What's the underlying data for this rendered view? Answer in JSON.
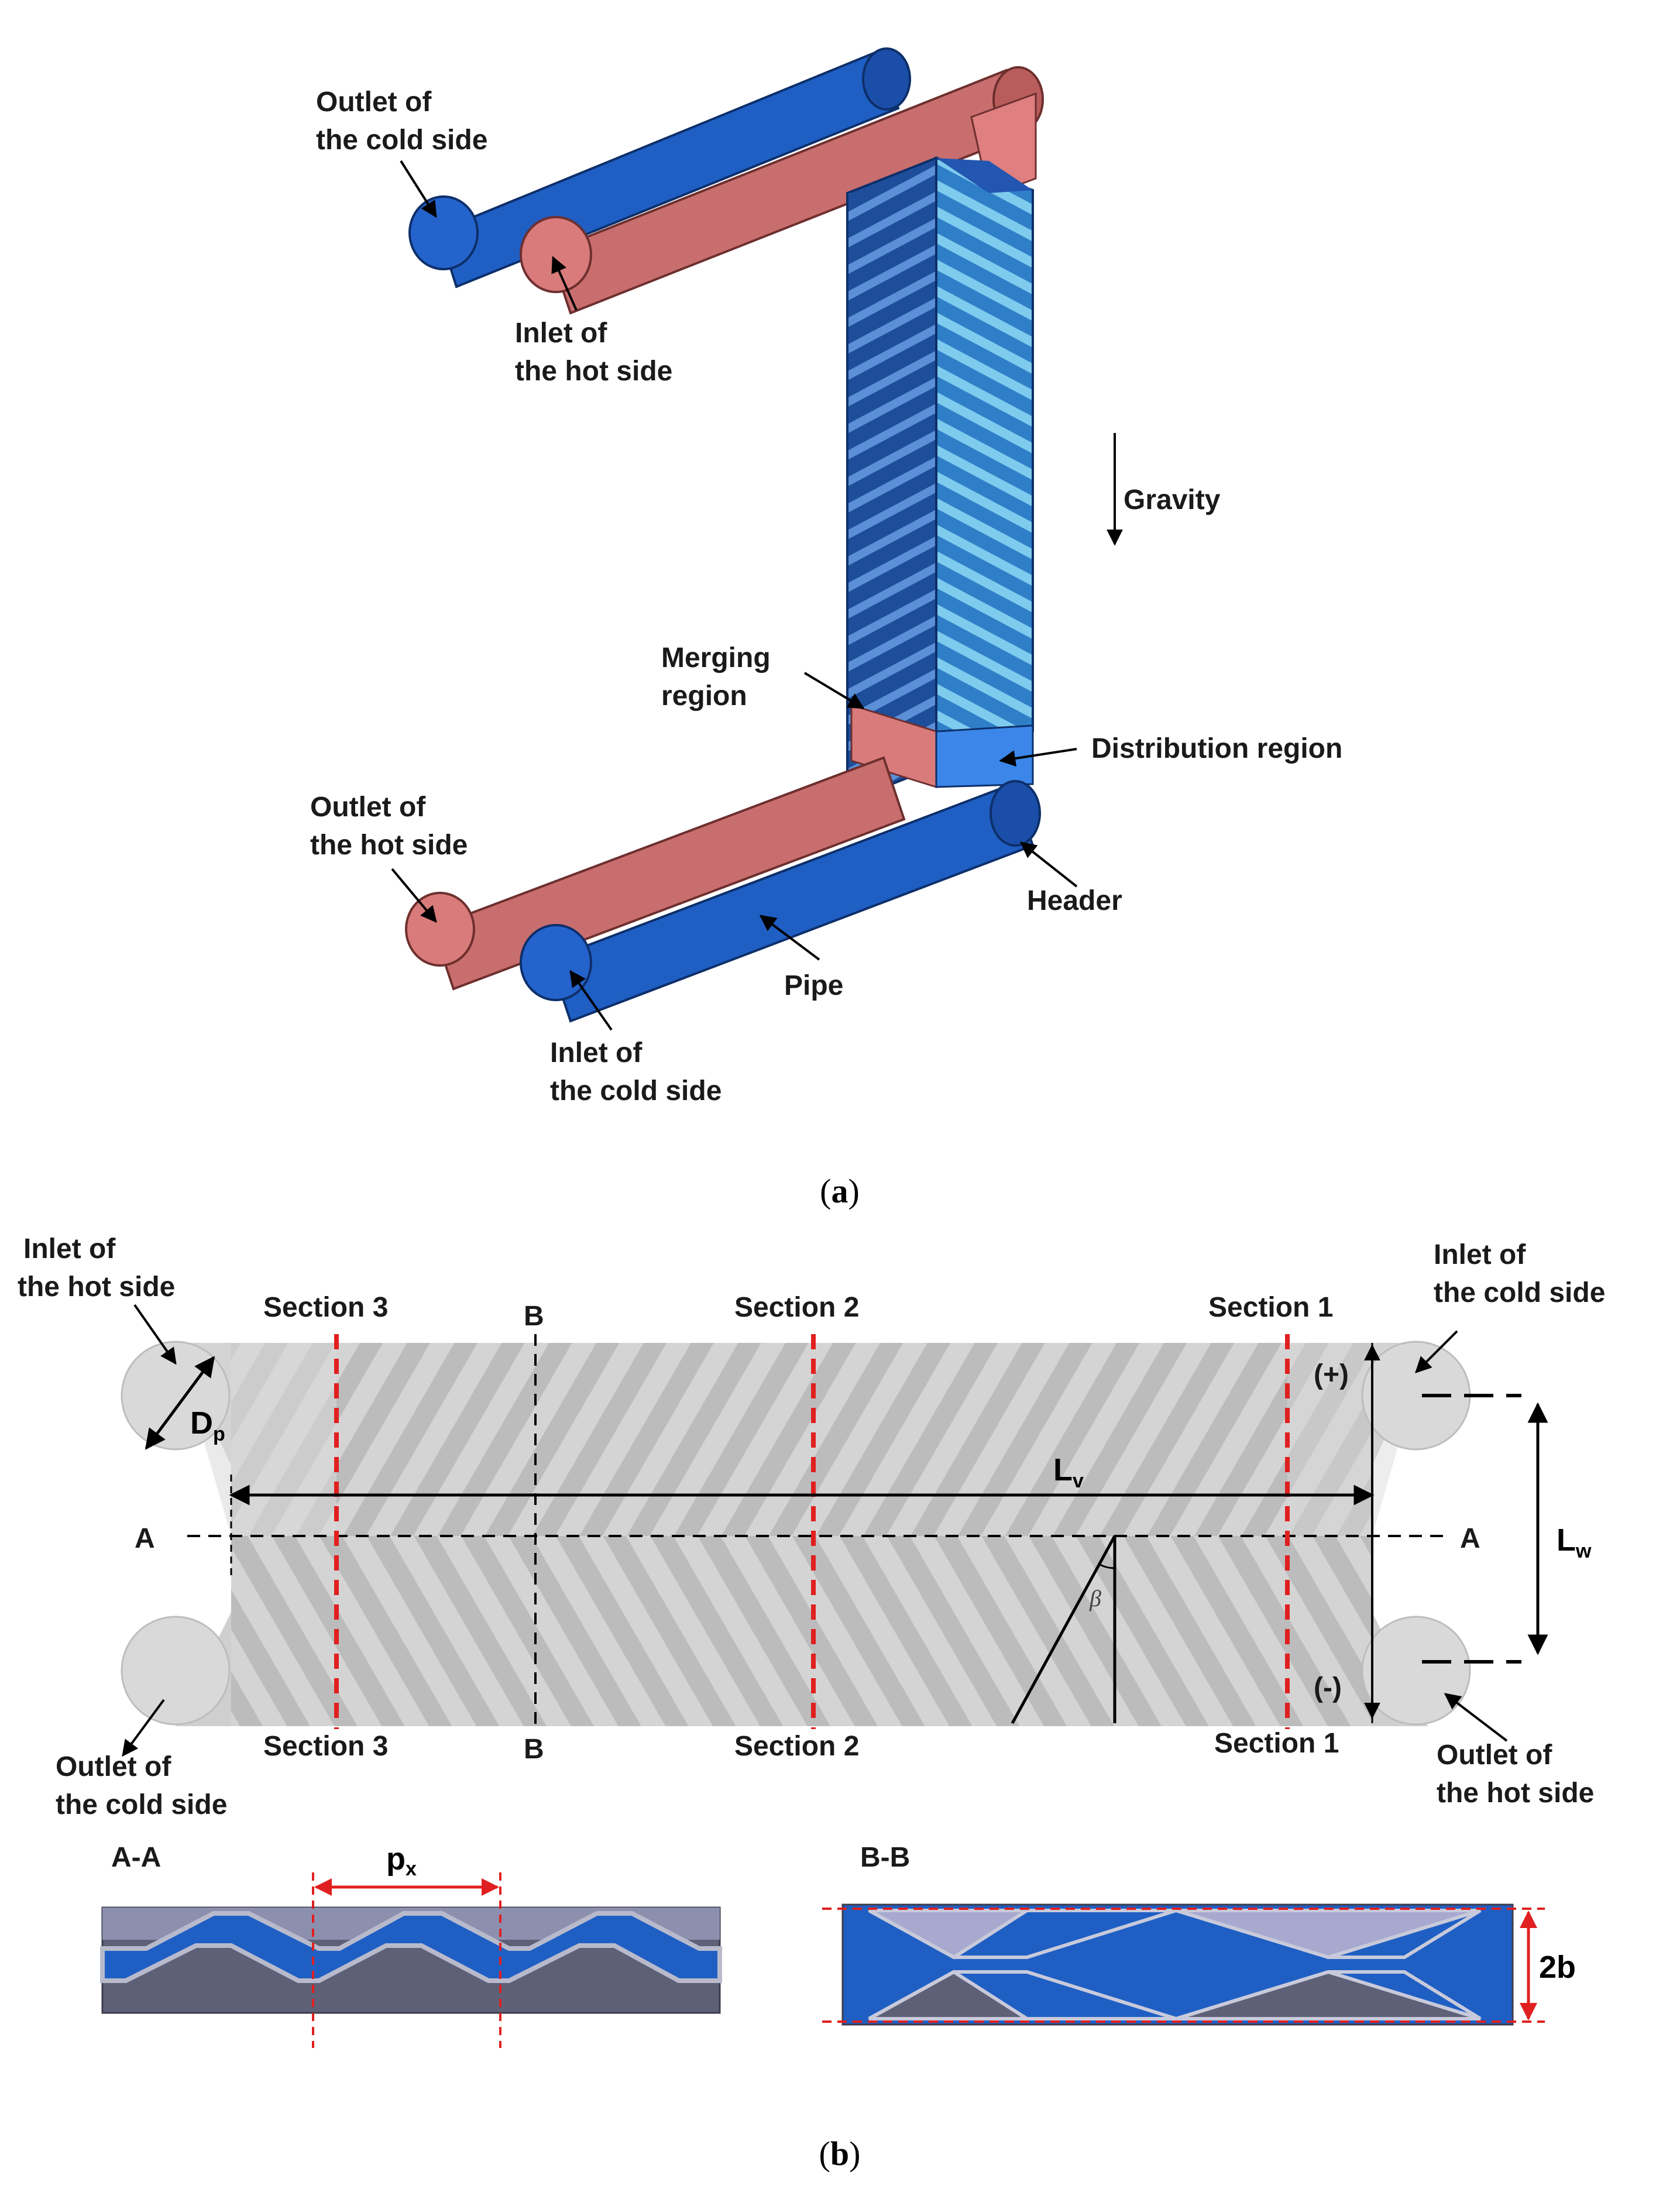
{
  "panel_a": {
    "labels": {
      "outlet_cold_1": "Outlet of",
      "outlet_cold_2": "the cold side",
      "inlet_hot_1": "Inlet of",
      "inlet_hot_2": "the hot side",
      "gravity": "Gravity",
      "merging_1": "Merging",
      "merging_2": "region",
      "distribution": "Distribution region",
      "outlet_hot_1": "Outlet of",
      "outlet_hot_2": "the hot side",
      "header": "Header",
      "pipe": "Pipe",
      "inlet_cold_1": "Inlet of",
      "inlet_cold_2": "the cold side"
    },
    "caption_open": "(",
    "caption_letter": "a",
    "caption_close": ")"
  },
  "panel_b": {
    "labels": {
      "inlet_hot_1": "Inlet of",
      "inlet_hot_2": "the hot side",
      "inlet_cold_1": "Inlet of",
      "inlet_cold_2": "the cold side",
      "outlet_cold_1": "Outlet of",
      "outlet_cold_2": "the cold side",
      "outlet_hot_1": "Outlet of",
      "outlet_hot_2": "the hot side",
      "section3_top": "Section 3",
      "section2_top": "Section 2",
      "section1_top": "Section 1",
      "section3_bot": "Section 3",
      "section2_bot": "Section 2",
      "section1_bot": "Section 1",
      "b_top": "B",
      "b_bot": "B",
      "a_left": "A",
      "a_right": "A",
      "plus": "(+)",
      "minus": "(-)",
      "dp_main": "D",
      "dp_sub": "p",
      "lv_main": "L",
      "lv_sub": "v",
      "lw_main": "L",
      "lw_sub": "w",
      "beta": "β",
      "aa_title": "A-A",
      "bb_title": "B-B",
      "px_main": "p",
      "px_sub": "x",
      "two_b": "2b"
    },
    "caption_open": "(",
    "caption_letter": "b",
    "caption_close": ")"
  },
  "colors": {
    "cold": "#1f5fc4",
    "hot": "#c96e6e",
    "plate_light": "#d6d6d6",
    "stripe": "#bdbdbd",
    "section_line": "#e02020",
    "section_aa_light": "#8d8fae",
    "section_aa_dark": "#5e6077"
  }
}
